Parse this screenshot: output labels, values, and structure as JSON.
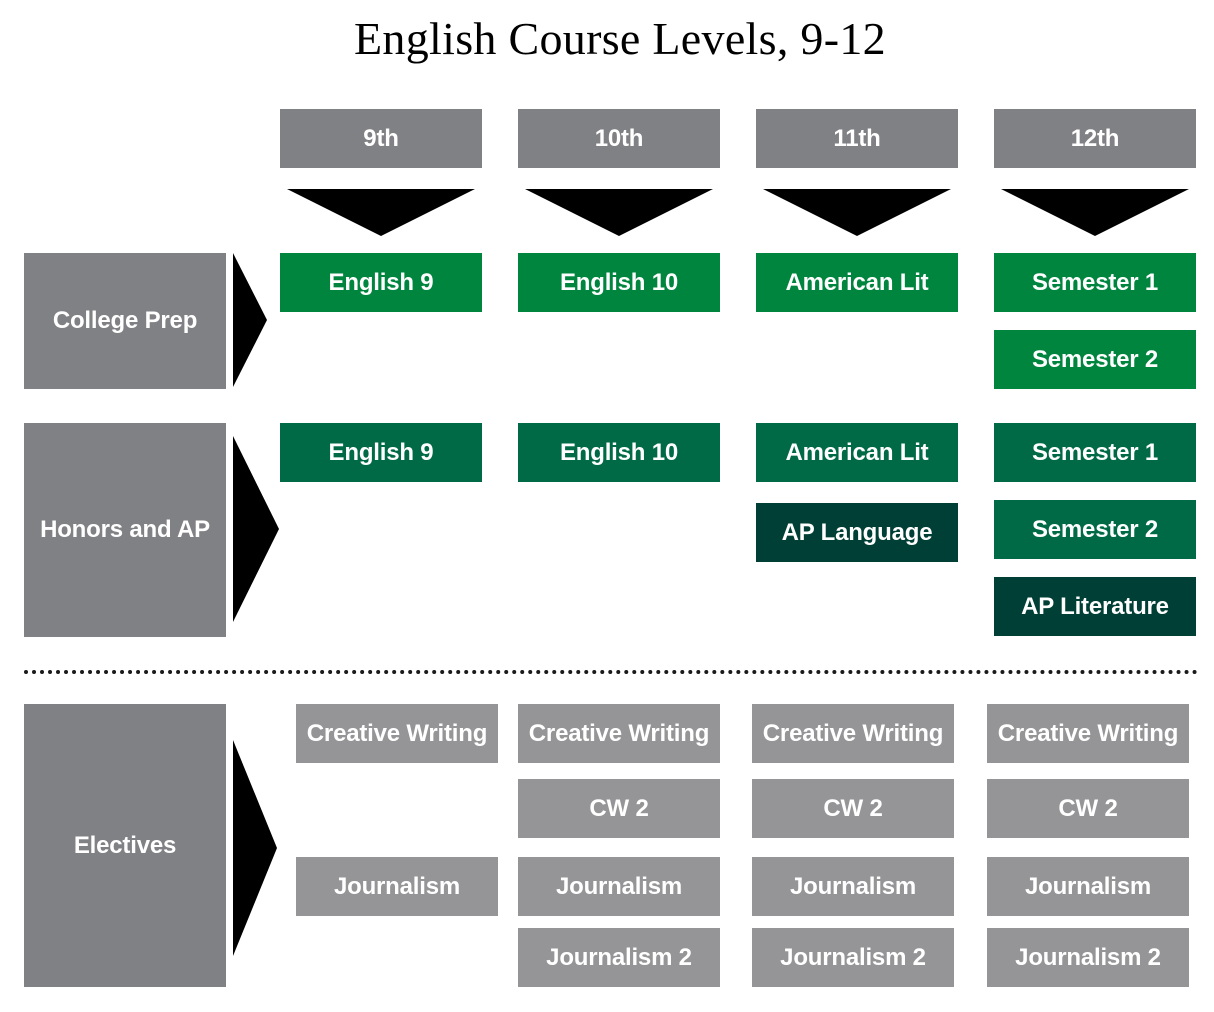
{
  "title": "English Course Levels, 9-12",
  "grades": [
    "9th",
    "10th",
    "11th",
    "12th"
  ],
  "tracks": {
    "college_prep": {
      "label": "College Prep",
      "courses": {
        "g9": [
          "English 9"
        ],
        "g10": [
          "English 10"
        ],
        "g11": [
          "American Lit"
        ],
        "g12": [
          "Semester 1",
          "Semester 2"
        ]
      }
    },
    "honors_ap": {
      "label": "Honors and AP",
      "courses": {
        "g9": [
          "English 9"
        ],
        "g10": [
          "English 10"
        ],
        "g11": [
          "American Lit",
          "AP Language"
        ],
        "g12": [
          "Semester 1",
          "Semester 2",
          "AP Literature"
        ]
      }
    },
    "electives": {
      "label": "Electives",
      "courses": {
        "g9": [
          "Creative Writing",
          "Journalism"
        ],
        "g10": [
          "Creative Writing",
          "CW 2",
          "Journalism",
          "Journalism 2"
        ],
        "g11": [
          "Creative Writing",
          "CW 2",
          "Journalism",
          "Journalism 2"
        ],
        "g12": [
          "Creative Writing",
          "CW 2",
          "Journalism",
          "Journalism 2"
        ]
      }
    }
  },
  "colors": {
    "header_gray": "#808184",
    "college_prep_green": "#00853f",
    "honors_green": "#006a46",
    "ap_dark_green": "#003f35",
    "elective_gray": "#959597"
  }
}
